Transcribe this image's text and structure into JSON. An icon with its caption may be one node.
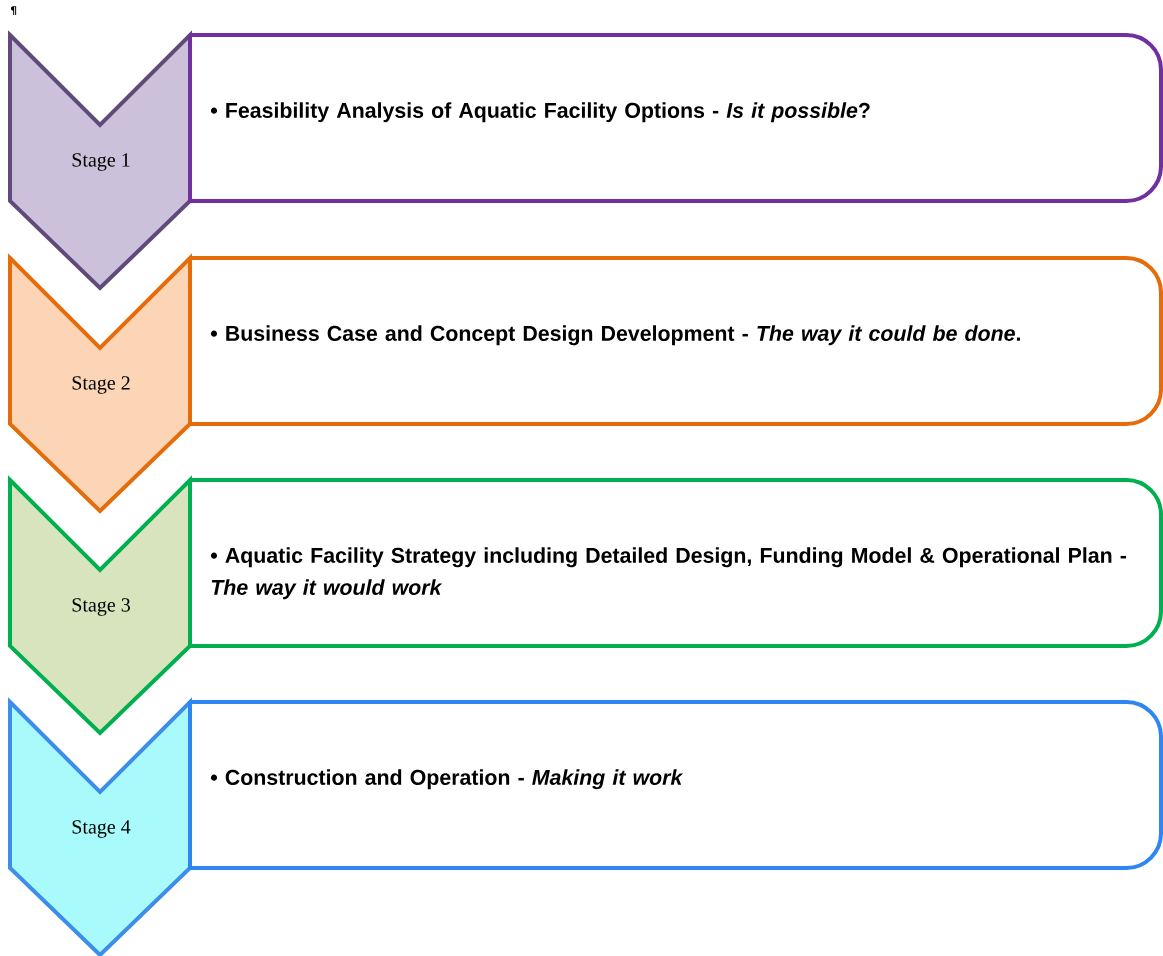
{
  "diagram": {
    "nodes": [
      {
        "text": [
          "Stage 1"
        ]
      },
      {
        "text": [
          "• Feasibility Analysis of Aquatic Facility Options - *Is it possible*?"
        ]
      },
      {
        "text": [
          "Stage 2"
        ]
      },
      {
        "text": [
          "• Business Case and Concept Design Development - *The way it could be done*."
        ]
      },
      {
        "text": [
          "Stage 3"
        ]
      },
      {
        "text": [
          "• Aquatic Facility Strategy including Detailed Design, Funding Model & Operational Plan - *The way it would work*"
        ]
      },
      {
        "text": [
          "Stage 4"
        ]
      },
      {
        "text": [
          "• Construction and Operation - *Making it work*"
        ]
      }
    ],
    "labels": [
      "¶"
    ]
  }
}
